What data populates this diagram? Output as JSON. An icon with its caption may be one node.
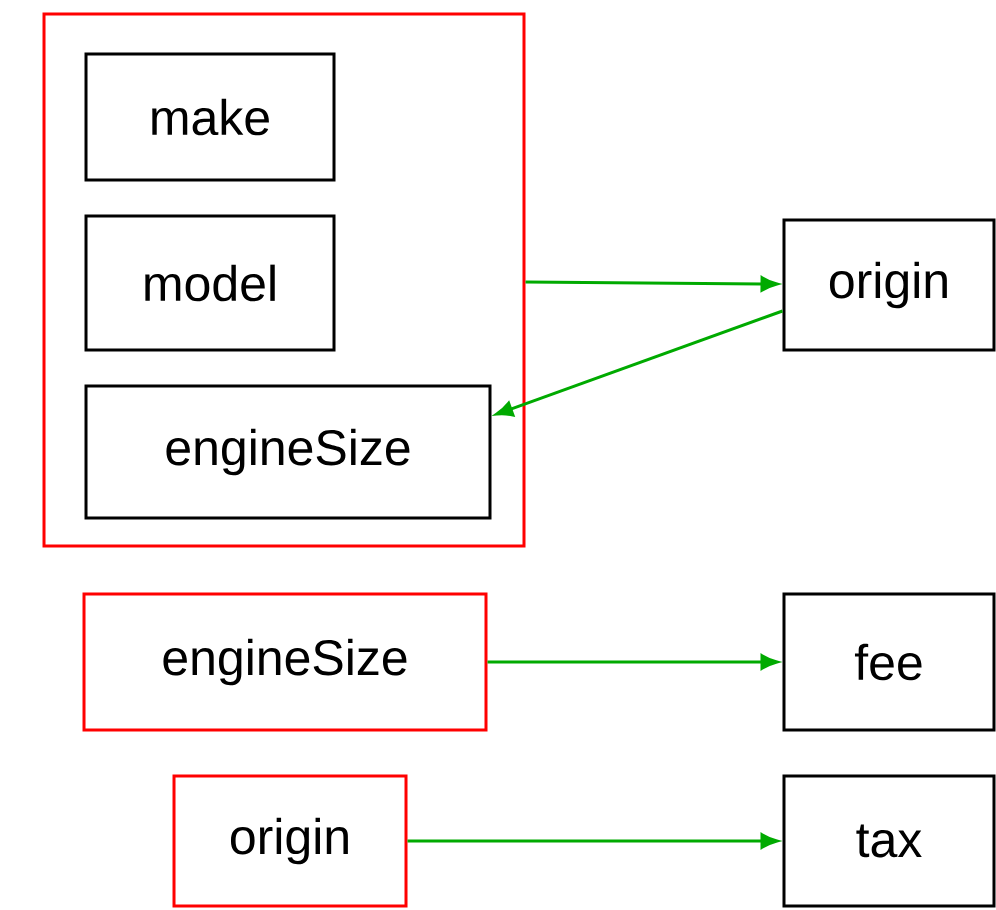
{
  "diagram": {
    "nodes": [
      {
        "text": [],
        "shape": "box"
      },
      {
        "text": [
          "make"
        ],
        "in": 0
      },
      {
        "text": [
          "model"
        ],
        "in": 0
      },
      {
        "text": [
          "engineSize"
        ],
        "in": 0
      },
      {
        "text": [
          "origin"
        ]
      },
      {
        "text": [
          "engineSize"
        ]
      },
      {
        "text": [
          "fee"
        ]
      },
      {
        "text": [
          "origin"
        ]
      },
      {
        "text": [
          "tax"
        ]
      }
    ],
    "edges": [
      {
        "from": 0,
        "to": 4,
        "arrow": "to"
      },
      {
        "from": 4,
        "to": 3,
        "arrow": "to"
      },
      {
        "from": 5,
        "to": 6,
        "arrow": "to"
      },
      {
        "from": 7,
        "to": 8,
        "arrow": "to"
      }
    ]
  }
}
